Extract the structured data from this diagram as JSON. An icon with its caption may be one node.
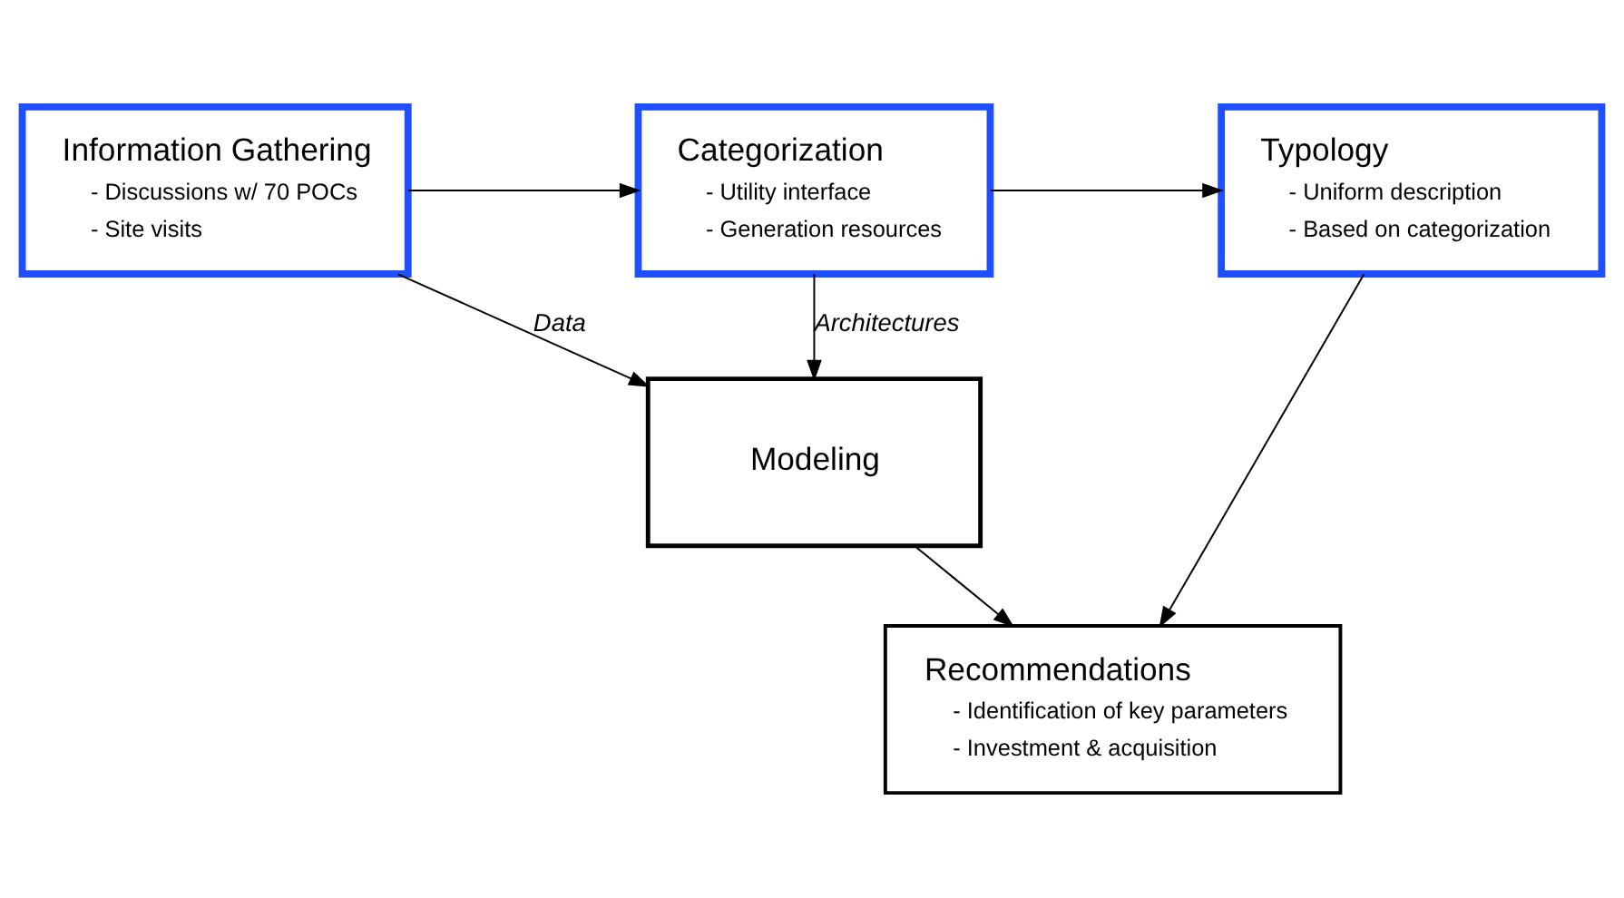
{
  "diagram": {
    "nodes": [
      {
        "text": [
          "Information Gathering",
          "- Discussions w/ 70 POCs",
          "- Site visits"
        ]
      },
      {
        "text": [
          "Categorization",
          "- Utility interface",
          "- Generation resources"
        ]
      },
      {
        "text": [
          "Typology",
          "- Uniform description",
          "- Based on categorization"
        ]
      },
      {
        "text": [
          "Modeling"
        ]
      },
      {
        "text": [
          "Recommendations",
          "- Identification of key parameters",
          "- Investment & acquisition"
        ]
      }
    ],
    "edges": [
      {
        "from": 0,
        "to": 1,
        "arrow": "to"
      },
      {
        "from": 1,
        "to": 2,
        "arrow": "to"
      },
      {
        "from": 1,
        "to": 3,
        "arrow": "to",
        "label": "Architectures"
      },
      {
        "from": 0,
        "to": 3,
        "arrow": "to",
        "label": "Data"
      },
      {
        "from": 2,
        "to": 4,
        "arrow": "to"
      },
      {
        "from": 3,
        "to": 4,
        "arrow": "to"
      }
    ]
  }
}
